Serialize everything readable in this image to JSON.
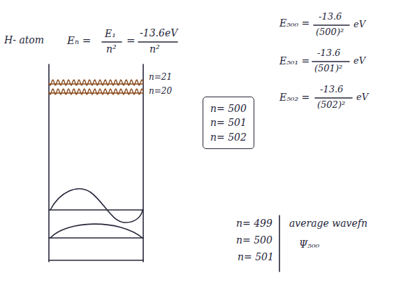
{
  "diagram": {
    "nodes": [
      {
        "text": [
          "n= 500",
          "n= 501",
          "n= 502"
        ]
      }
    ],
    "labels": [
      "H- atom",
      "Eₙ =",
      "E₁",
      "n²",
      "=",
      "-13.6eV",
      "n²",
      "n=21",
      "n=20",
      "E₅₀₀ =",
      "-13.6",
      "(500)²",
      "eV",
      "E₅₀₁ =",
      "-13.6",
      "(501)²",
      "eV",
      "E₅₀₂ =",
      "-13.6",
      "(502)²",
      "eV",
      "n= 499",
      "n= 500",
      "n= 501",
      "average wavefn",
      "Ψ₅₀₀"
    ]
  }
}
